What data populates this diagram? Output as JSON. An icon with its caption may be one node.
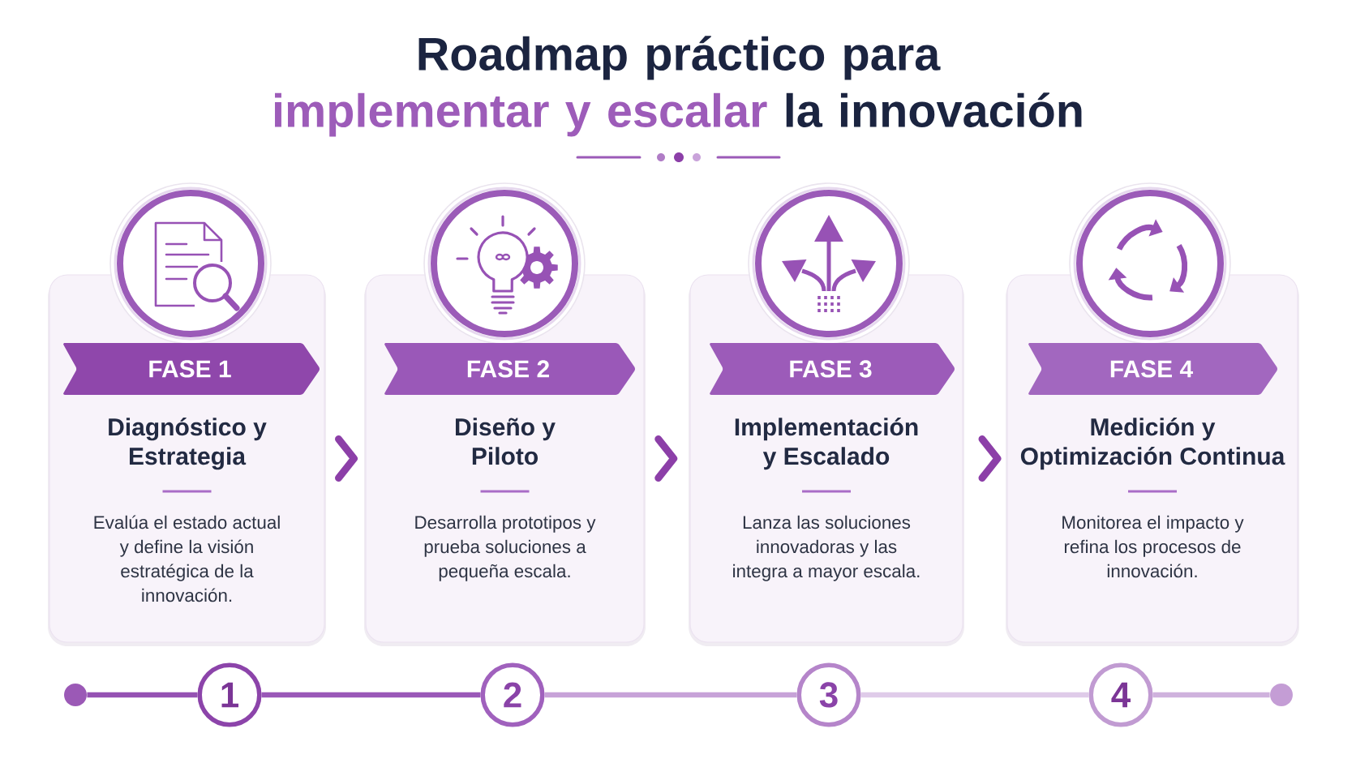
{
  "diagram": {
    "title": "Roadmap práctico para **implementar y escalar** la innovación",
    "nodes": [
      {
        "text": [
          "Diagnóstico y Estrategia",
          "Evalúa el estado actual y define la visión estratégica de la innovación."
        ]
      },
      {
        "text": [
          "FASE 1"
        ],
        "in": 0
      },
      {
        "text": [
          "Diseño y Piloto",
          "Desarrolla prototipos y prueba soluciones a pequeña escala."
        ]
      },
      {
        "text": [
          "FASE 2"
        ],
        "in": 2
      },
      {
        "text": [
          "Implementación y Escalado",
          "Lanza las soluciones innovadoras y las integra a mayor escala."
        ]
      },
      {
        "text": [
          "FASE 3"
        ],
        "in": 4
      },
      {
        "text": [
          "Medición y Optimización Continua",
          "Monitorea el impacto y refina los procesos de innovación."
        ]
      },
      {
        "text": [
          "FASE 4"
        ],
        "in": 6
      },
      {
        "text": [],
        "shape": "circle"
      },
      {
        "text": [
          "1"
        ]
      },
      {
        "text": [
          "2"
        ]
      },
      {
        "text": [
          "3"
        ]
      },
      {
        "text": [
          "4"
        ]
      },
      {
        "text": [],
        "shape": "circle"
      }
    ],
    "edges": [
      {
        "from": 0,
        "to": 2,
        "arrow": "to"
      },
      {
        "from": 2,
        "to": 4,
        "arrow": "to"
      },
      {
        "from": 4,
        "to": 6,
        "arrow": "to"
      },
      {
        "from": 8,
        "to": 9,
        "arrow": "none",
        "color": "#9552b3"
      },
      {
        "from": 9,
        "to": 10,
        "arrow": "none",
        "color": "#9a58b8"
      },
      {
        "from": 10,
        "to": 11,
        "arrow": "none",
        "color": "#c7a2d8"
      },
      {
        "from": 11,
        "to": 12,
        "arrow": "none",
        "color": "#dfcbe9"
      },
      {
        "from": 12,
        "to": 13,
        "arrow": "none",
        "color": "#cfb2dd"
      }
    ]
  }
}
